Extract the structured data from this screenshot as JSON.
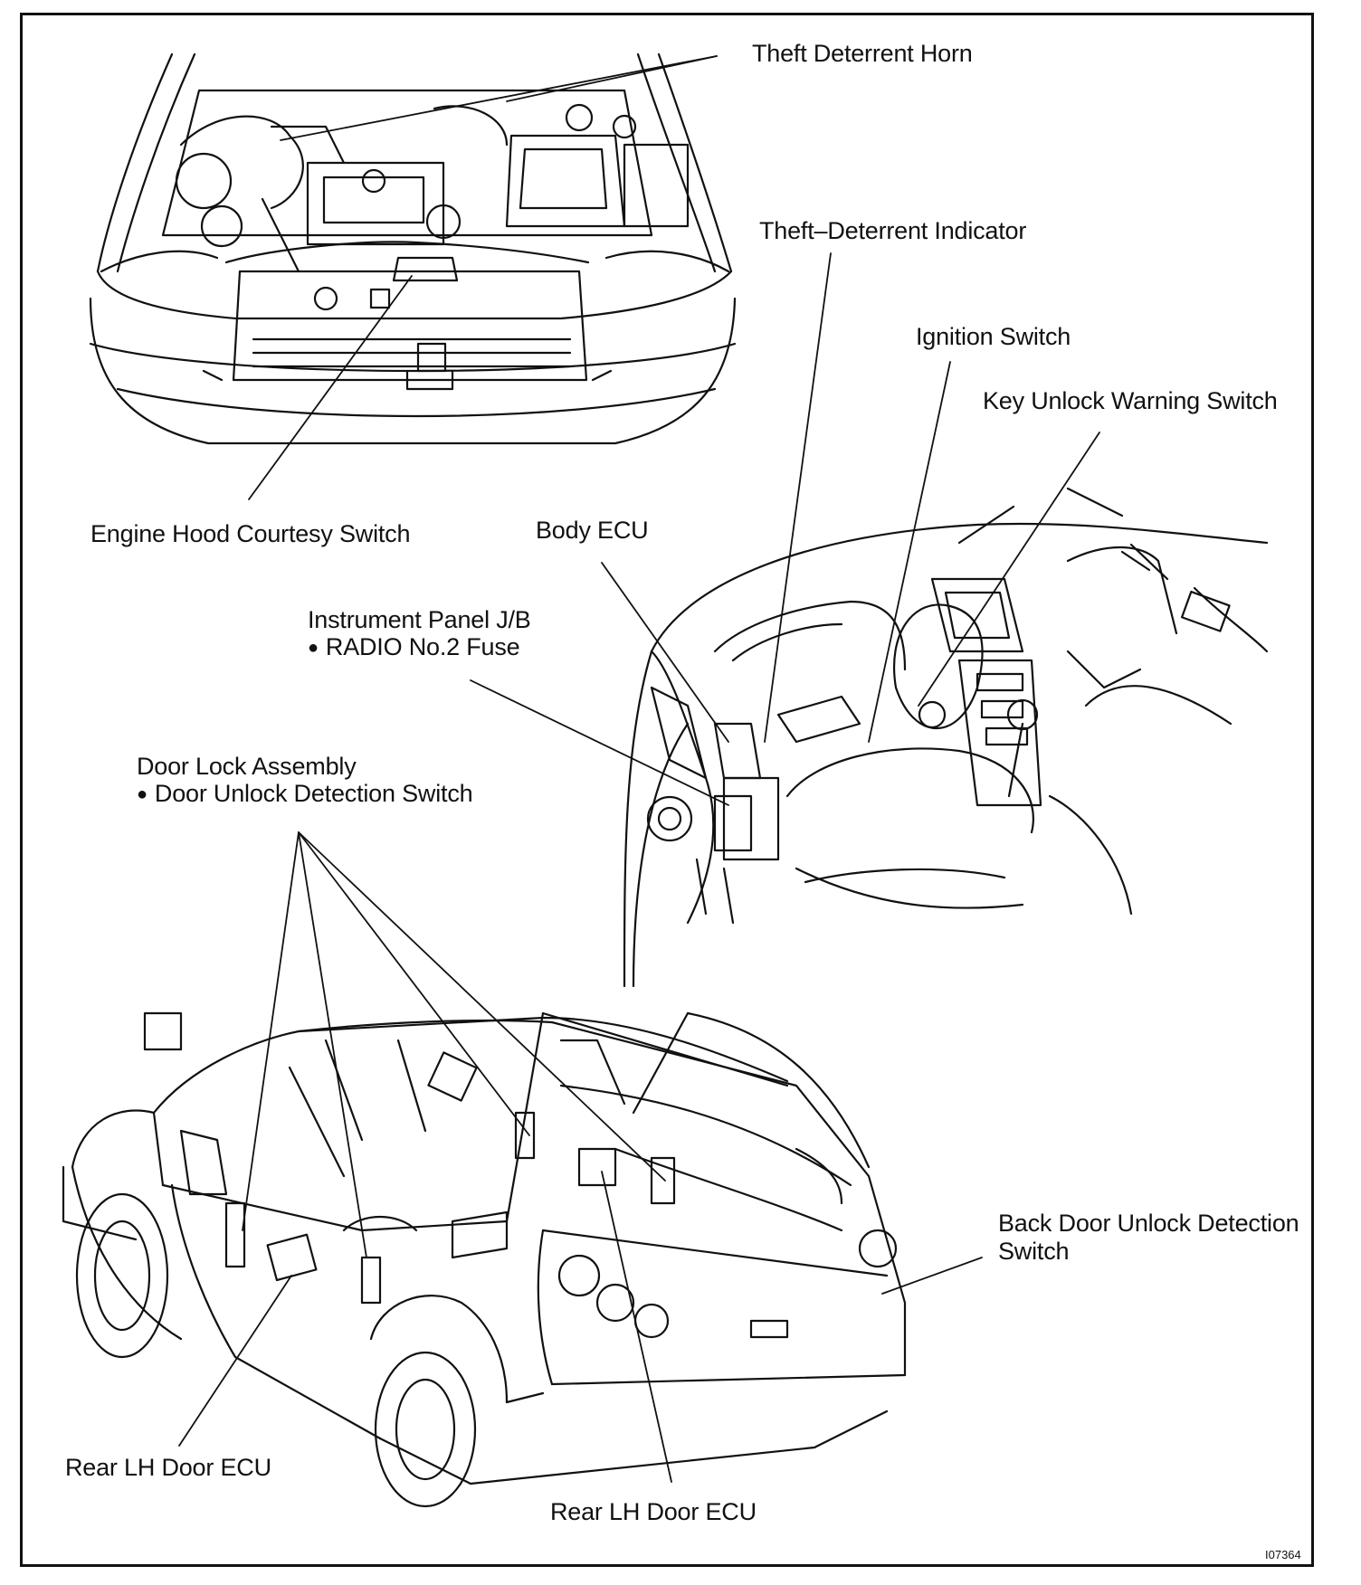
{
  "labels": {
    "theft_deterrent_horn": "Theft Deterrent Horn",
    "theft_deterrent_indicator": "Theft–Deterrent Indicator",
    "ignition_switch": "Ignition Switch",
    "key_unlock_warning_switch": "Key Unlock Warning Switch",
    "engine_hood_courtesy_switch": "Engine Hood Courtesy Switch",
    "body_ecu": "Body ECU",
    "instrument_panel_jb": "Instrument Panel J/B",
    "radio_no2_fuse": "RADIO No.2 Fuse",
    "door_lock_assembly": "Door Lock Assembly",
    "door_unlock_detection_switch": "Door Unlock Detection Switch",
    "back_door_unlock_detection_switch_1": "Back Door Unlock Detection",
    "back_door_unlock_detection_switch_2": "Switch",
    "rear_lh_door_ecu_left": "Rear LH Door ECU",
    "rear_lh_door_ecu_bottom": "Rear LH Door ECU"
  },
  "figure_id": "I07364"
}
